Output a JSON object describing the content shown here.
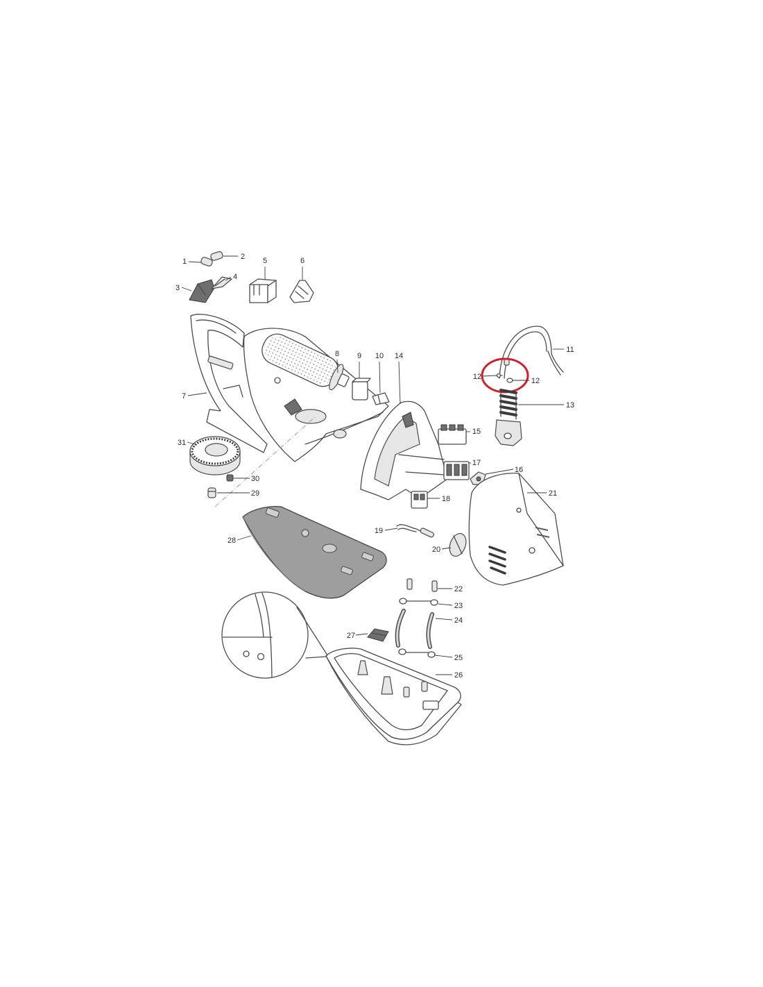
{
  "highlight": {
    "color": "#d0202a"
  },
  "callouts": {
    "c1": "1",
    "c2": "2",
    "c3": "3",
    "c4": "4",
    "c5": "5",
    "c6": "6",
    "c7": "7",
    "c8": "8",
    "c9": "9",
    "c10": "10",
    "c11": "11",
    "c12a": "12",
    "c12b": "12",
    "c13": "13",
    "c14": "14",
    "c15": "15",
    "c16": "16",
    "c17": "17",
    "c18": "18",
    "c19": "19",
    "c20": "20",
    "c21": "21",
    "c22": "22",
    "c23": "23",
    "c24": "24",
    "c25": "25",
    "c26": "26",
    "c27": "27",
    "c28": "28",
    "c29": "29",
    "c30": "30",
    "c31": "31"
  }
}
